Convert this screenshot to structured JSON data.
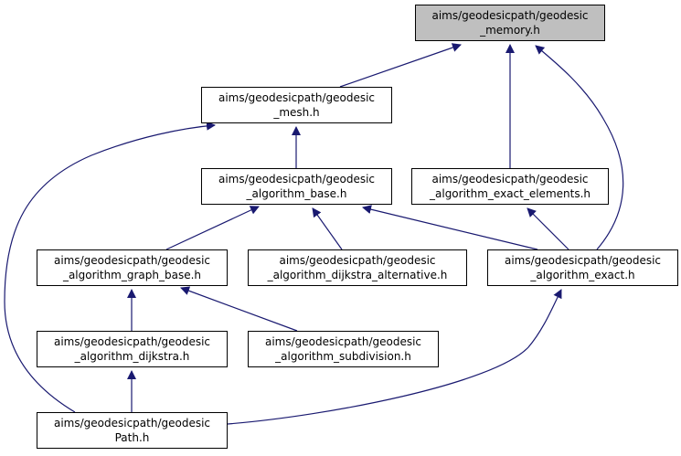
{
  "colors": {
    "edge": "#191970",
    "root_fill": "#bfbfbf",
    "node_fill": "#ffffff",
    "border": "#000000"
  },
  "nodes": {
    "memory": {
      "line1": "aims/geodesicpath/geodesic",
      "line2": "_memory.h"
    },
    "mesh": {
      "line1": "aims/geodesicpath/geodesic",
      "line2": "_mesh.h"
    },
    "base": {
      "line1": "aims/geodesicpath/geodesic",
      "line2": "_algorithm_base.h"
    },
    "exact_el": {
      "line1": "aims/geodesicpath/geodesic",
      "line2": "_algorithm_exact_elements.h"
    },
    "graph_base": {
      "line1": "aims/geodesicpath/geodesic",
      "line2": "_algorithm_graph_base.h"
    },
    "dijkstra_alt": {
      "line1": "aims/geodesicpath/geodesic",
      "line2": "_algorithm_dijkstra_alternative.h"
    },
    "exact": {
      "line1": "aims/geodesicpath/geodesic",
      "line2": "_algorithm_exact.h"
    },
    "dijkstra": {
      "line1": "aims/geodesicpath/geodesic",
      "line2": "_algorithm_dijkstra.h"
    },
    "subdivision": {
      "line1": "aims/geodesicpath/geodesic",
      "line2": "_algorithm_subdivision.h"
    },
    "path": {
      "line1": "aims/geodesicpath/geodesic",
      "line2": "Path.h"
    }
  },
  "edges": [
    {
      "from": "mesh",
      "to": "memory"
    },
    {
      "from": "exact_el",
      "to": "memory"
    },
    {
      "from": "exact",
      "to": "memory"
    },
    {
      "from": "base",
      "to": "mesh"
    },
    {
      "from": "path",
      "to": "mesh"
    },
    {
      "from": "graph_base",
      "to": "base"
    },
    {
      "from": "dijkstra_alt",
      "to": "base"
    },
    {
      "from": "exact",
      "to": "base"
    },
    {
      "from": "exact",
      "to": "exact_el"
    },
    {
      "from": "dijkstra",
      "to": "graph_base"
    },
    {
      "from": "subdivision",
      "to": "graph_base"
    },
    {
      "from": "path",
      "to": "dijkstra"
    },
    {
      "from": "path",
      "to": "exact"
    }
  ]
}
